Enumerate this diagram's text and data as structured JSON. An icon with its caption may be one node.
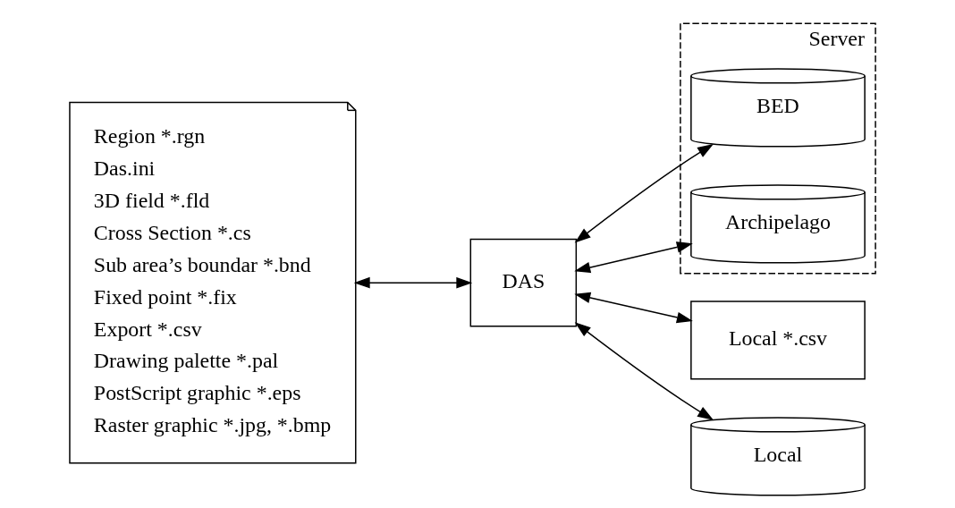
{
  "diagram": {
    "nodes": [
      {
        "text": [
          "Region *.rgn",
          "Das.ini",
          "3D field *.fld",
          "Cross Section *.cs",
          "Sub area’s boundar *.bnd",
          "Fixed point *.fix",
          "Export *.csv",
          "Drawing palette *.pal",
          "PostScript graphic *.eps",
          "Raster graphic *.jpg, *.bmp"
        ]
      },
      {
        "text": [
          "DAS"
        ]
      },
      {
        "text": [
          "Server"
        ]
      },
      {
        "text": [
          "BED"
        ],
        "in": 2
      },
      {
        "text": [
          "Archipelago"
        ],
        "in": 2
      },
      {
        "text": [
          "Local *.csv"
        ]
      },
      {
        "text": [
          "Local"
        ]
      }
    ],
    "edges": [
      {
        "from": 1,
        "to": 0,
        "arrow": "both"
      },
      {
        "from": 1,
        "to": 3,
        "arrow": "both"
      },
      {
        "from": 1,
        "to": 4,
        "arrow": "both"
      },
      {
        "from": 1,
        "to": 5,
        "arrow": "both"
      },
      {
        "from": 1,
        "to": 6,
        "arrow": "both"
      }
    ]
  }
}
